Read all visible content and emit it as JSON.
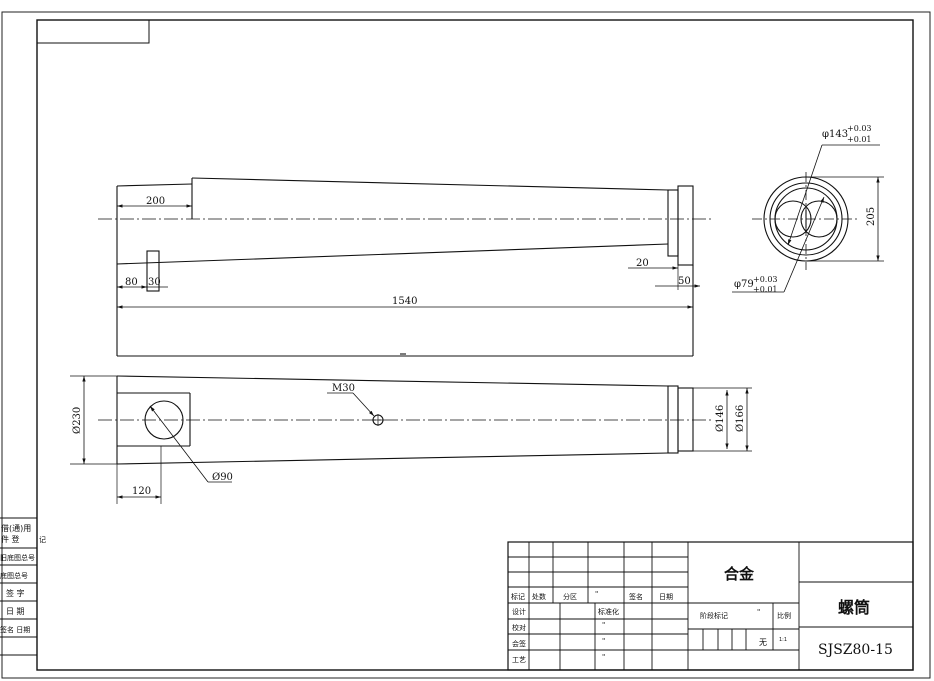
{
  "dims": {
    "d200": "200",
    "d80": "80",
    "d30": "30",
    "d1540": "1540",
    "d20": "20",
    "d50": "50",
    "d205": "205",
    "phi143": "φ143",
    "phi143_up": "+0.03",
    "phi143_dn": "+0.01",
    "phi79": "φ79",
    "phi79_up": "+0.03",
    "phi79_dn": "+0.01",
    "m30": "M30",
    "d230": "Ø230",
    "d146": "Ø146",
    "d166": "Ø166",
    "d090": "Ø90",
    "d120": "120"
  },
  "left_stamps": {
    "row1a": "借(通)用",
    "row1b": "件 登",
    "row1c": "记",
    "row2": "旧底图总号",
    "row3": "底图总号",
    "row4": "签 字",
    "row5": "日 期",
    "row6": "签名 日期"
  },
  "title_block": {
    "h_mark": "标记",
    "h_count": "处数",
    "h_zone": "分区",
    "h_doc": "\"",
    "h_sign": "签名",
    "h_date": "日期",
    "design": "设计",
    "check": "校对",
    "countersign": "会签",
    "process": "工艺",
    "standardize": "标准化",
    "quote1": "\"",
    "quote2": "\"",
    "quote3": "\"",
    "material": "合金",
    "stage_mark": "阶段标记",
    "weight_mark": "\"",
    "scale": "比例",
    "scale_value": "无",
    "scale_small": "1:1",
    "part_name": "螺筒",
    "drawing_no": "SJSZ80-15"
  }
}
